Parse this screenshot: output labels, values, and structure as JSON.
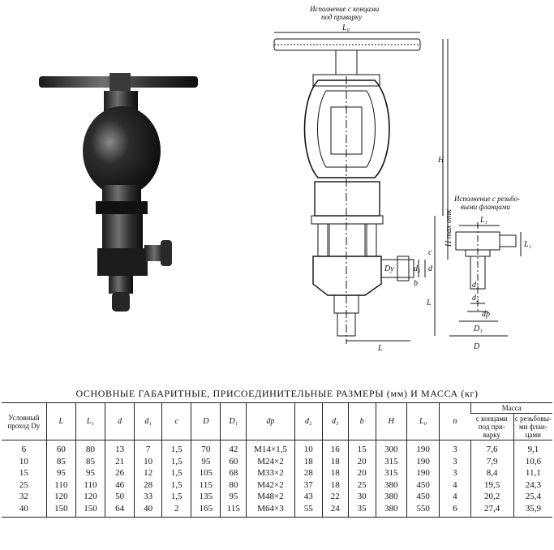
{
  "drawing": {
    "label_weld_line1": "Исполнение с концами",
    "label_weld_line2": "под приварку",
    "label_thread_line1": "Исполнение с резьбо-",
    "label_thread_line2": "выми фланцами",
    "dim_L0": "L₀",
    "dim_H": "H",
    "dim_Hmax": "H max отк",
    "dim_L": "L",
    "dim_L1": "L₁",
    "dim_D": "D",
    "dim_D1": "D₁",
    "dim_Dy": "Dу",
    "dim_d": "d",
    "dim_d1": "d₁",
    "dim_d2": "d₂",
    "dim_d3": "d₃",
    "dim_dp": "dр",
    "dim_b": "b",
    "dim_c": "c"
  },
  "table": {
    "title": "ОСНОВНЫЕ ГАБАРИТНЫЕ, ПРИСОЕДИНИТЕЛЬНЫЕ  РАЗМЕРЫ (мм) И МАССА (кг)",
    "headers": {
      "dy": "Условный проход Dу",
      "L": "L",
      "L1": "L₁",
      "d": "d",
      "d1": "d₁",
      "c": "c",
      "D": "D",
      "D1": "D₁",
      "dp": "dр",
      "d2": "d₂",
      "d3": "d₃",
      "b": "b",
      "H": "H",
      "L0": "L₀",
      "n": "n",
      "mass": "Масса",
      "mass_weld": "с концами под при-варку",
      "mass_thread": "с резьбовы-ми флан-цами"
    },
    "rows": [
      [
        "6",
        "60",
        "80",
        "13",
        "7",
        "1,5",
        "70",
        "42",
        "M14×1,5",
        "10",
        "16",
        "15",
        "300",
        "190",
        "3",
        "7,6",
        "9,1"
      ],
      [
        "10",
        "85",
        "85",
        "21",
        "10",
        "1,5",
        "95",
        "60",
        "M24×2",
        "18",
        "18",
        "20",
        "315",
        "190",
        "3",
        "7,9",
        "10,6"
      ],
      [
        "15",
        "95",
        "95",
        "26",
        "12",
        "1,5",
        "105",
        "68",
        "M33×2",
        "28",
        "18",
        "20",
        "315",
        "190",
        "3",
        "8,4",
        "11,1"
      ],
      [
        "25",
        "110",
        "110",
        "46",
        "28",
        "1,5",
        "115",
        "80",
        "M42×2",
        "37",
        "18",
        "25",
        "380",
        "450",
        "4",
        "19,5",
        "24,3"
      ],
      [
        "32",
        "120",
        "120",
        "50",
        "33",
        "1,5",
        "135",
        "95",
        "M48×2",
        "43",
        "22",
        "30",
        "380",
        "450",
        "4",
        "20,2",
        "25,4"
      ],
      [
        "40",
        "150",
        "150",
        "64",
        "40",
        "2",
        "165",
        "115",
        "M64×3",
        "55",
        "24",
        "35",
        "380",
        "550",
        "6",
        "27,4",
        "35,9"
      ]
    ]
  }
}
